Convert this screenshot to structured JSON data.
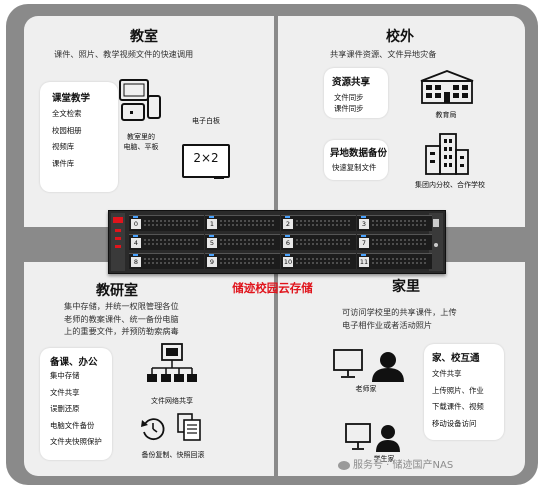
{
  "diagram_title": "储迹校园云存储",
  "classroom": {
    "title": "教室",
    "subtitle": "课件、照片、教学视频文件的快速调用",
    "card": {
      "title": "课堂教学",
      "items": [
        "全文检索",
        "校园相册",
        "视频库",
        "课件库"
      ]
    },
    "device_label": "教室里的\n电脑、平板",
    "whiteboard_label": "电子白板",
    "whiteboard_text": "2×2"
  },
  "offcampus": {
    "title": "校外",
    "subtitle": "共享课件资源、文件异地灾备",
    "share_card": {
      "title": "资源共享",
      "items": [
        "文件同步",
        "课件同步"
      ]
    },
    "backup_card": {
      "title": "异地数据备份",
      "items": [
        "快速复制文件"
      ]
    },
    "bureau_label": "教育局",
    "group_label": "集团内分校、合作学校"
  },
  "research": {
    "title": "教研室",
    "subtitle": "集中存储，并统一权限管理各位\n老师的教案课件、统一备份电脑\n上的重要文件，并预防勒索病毒",
    "card": {
      "title": "备课、办公",
      "items": [
        "集中存储",
        "文件共享",
        "误删还原",
        "电脑文件备份",
        "文件夹快照保护"
      ]
    },
    "network_label": "文件网络共享",
    "backup_label": "备份复制、快照回滚"
  },
  "home": {
    "title": "家里",
    "subtitle": "可访问学校里的共享课件，上传\n电子相作业或者活动照片",
    "card": {
      "title": "家、校互通",
      "items": [
        "文件共享",
        "上传照片、作业",
        "下载课件、视频",
        "移动设备访问"
      ]
    },
    "teacher_label": "老师家",
    "student_label": "学生家"
  },
  "nas": {
    "bays": [
      "0",
      "1",
      "2",
      "3",
      "4",
      "5",
      "6",
      "7",
      "8",
      "9",
      "10",
      "11"
    ],
    "accent": "#e0141c"
  },
  "watermark": "服务号 · 储迹国产NAS"
}
